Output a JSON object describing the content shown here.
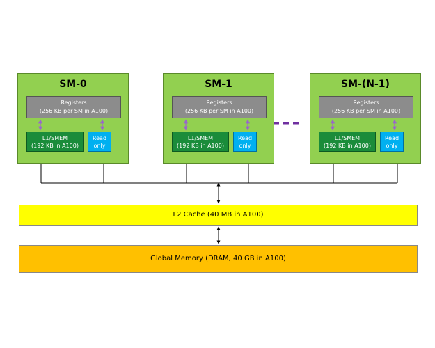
{
  "sms": [
    {
      "title": "SM-0",
      "registers_line1": "Registers",
      "registers_line2": "(256 KB per SM in A100)",
      "l1_line1": "L1/SMEM",
      "l1_line2": "(192 KB in A100)",
      "ro_line1": "Read",
      "ro_line2": "only"
    },
    {
      "title": "SM-1",
      "registers_line1": "Registers",
      "registers_line2": "(256 KB per SM in A100)",
      "l1_line1": "L1/SMEM",
      "l1_line2": "(192 KB in A100)",
      "ro_line1": "Read",
      "ro_line2": "only"
    },
    {
      "title": "SM-(N-1)",
      "registers_line1": "Registers",
      "registers_line2": "(256 KB per SM in A100)",
      "l1_line1": "L1/SMEM",
      "l1_line2": "(192 KB in A100)",
      "ro_line1": "Read",
      "ro_line2": "only"
    }
  ],
  "l2_cache": "L2 Cache (40 MB in A100)",
  "global_memory": "Global Memory (DRAM, 40 GB in A100)",
  "colors": {
    "sm_fill": "#92d050",
    "registers_fill": "#8c8c8c",
    "l1_fill": "#1a8c3a",
    "readonly_fill": "#00b0f0",
    "l2_fill": "#ffff00",
    "global_fill": "#ffc000",
    "register_arrows": "#9966cc",
    "ellipsis": "#7030a0"
  }
}
